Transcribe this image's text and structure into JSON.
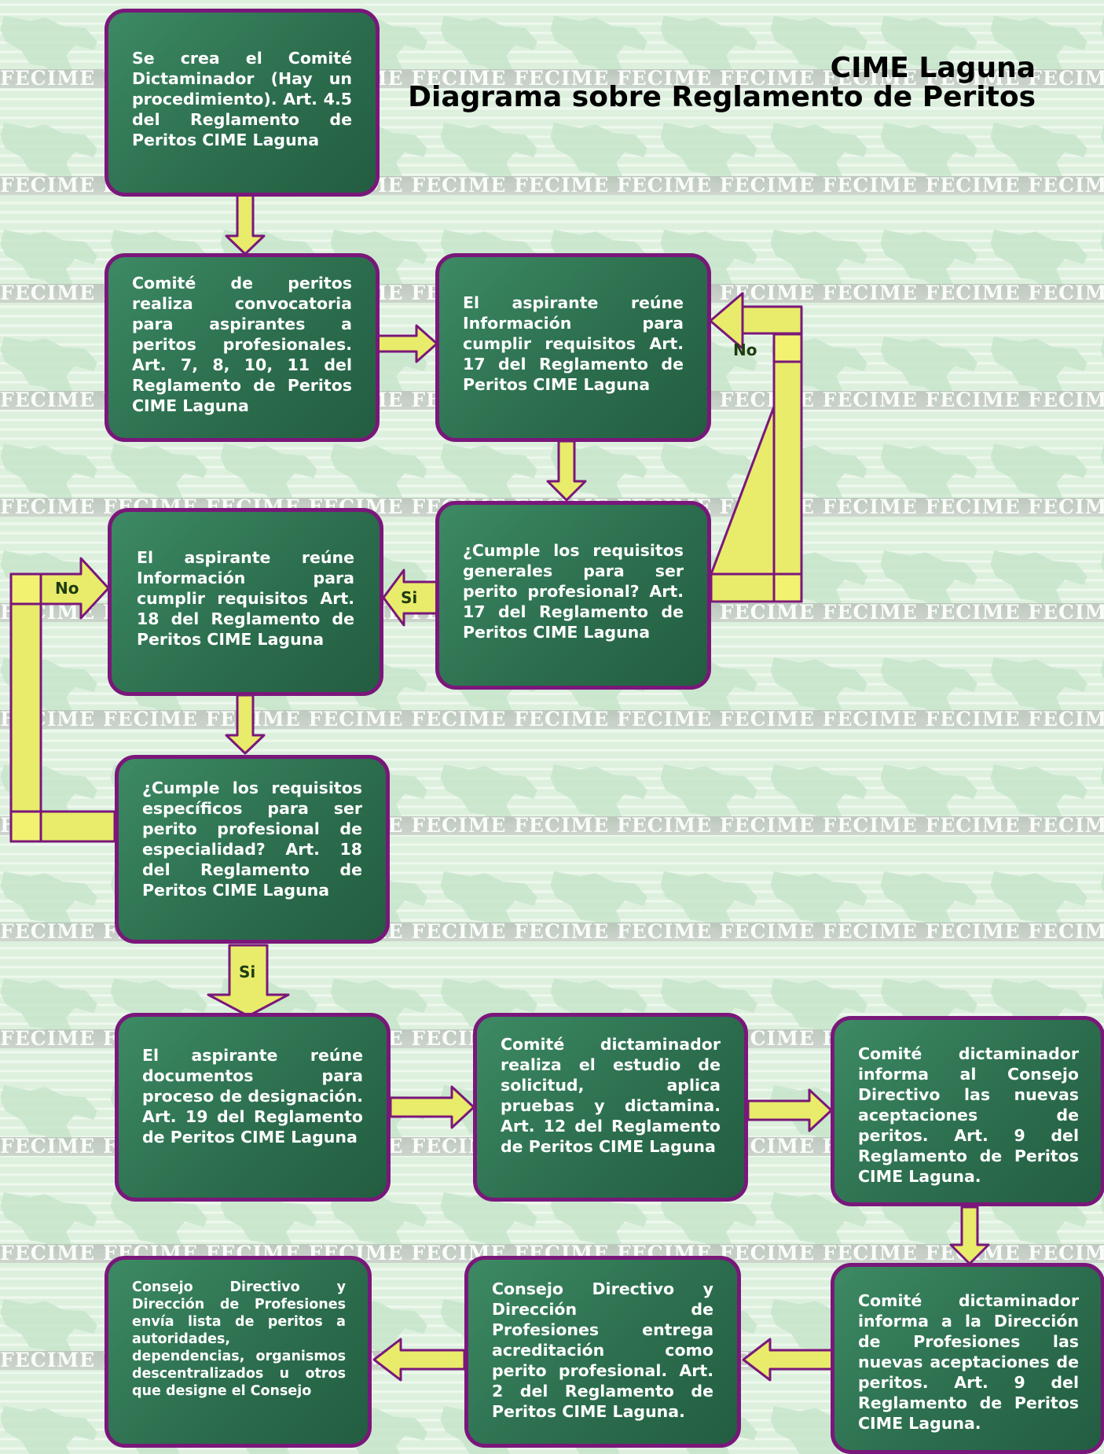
{
  "title": {
    "line1": "CIME Laguna",
    "line2": "Diagrama sobre Reglamento de Peritos"
  },
  "watermark": "FECIME FECIME FECIME FECIME FECIME FECIME FECIME FECIME FECIME FECIME FECIME FECIME",
  "boxes": {
    "b1": "Se crea el Comité Dictaminador (Hay un procedimiento). Art. 4.5 del Reglamento de Peritos CIME Laguna",
    "b2": "Comité de peritos realiza convocatoria para aspirantes a peritos profesionales. Art. 7, 8, 10, 11 del Reglamento de Peritos CIME Laguna",
    "b3": "El aspirante reúne Información para cumplir requisitos Art. 17 del Reglamento de Peritos CIME Laguna",
    "b4": "¿Cumple los requisitos generales para ser perito profesional? Art. 17 del Reglamento de Peritos CIME Laguna",
    "b5": "El aspirante reúne Información para cumplir requisitos Art. 18 del Reglamento de Peritos CIME Laguna",
    "b6": "¿Cumple los requisitos específicos para ser perito profesional de especialidad? Art. 18 del Reglamento de Peritos CIME Laguna",
    "b7": "El aspirante reúne documentos para proceso de designación. Art. 19 del Reglamento de Peritos CIME Laguna",
    "b8": "Comité dictaminador realiza el estudio de solicitud, aplica pruebas y dictamina. Art. 12 del Reglamento de Peritos CIME Laguna",
    "b9": "Comité dictaminador informa al Consejo Directivo las nuevas aceptaciones de peritos. Art. 9 del Reglamento de Peritos CIME Laguna.",
    "b10": "Comité dictaminador informa a la Dirección de Profesiones las nuevas aceptaciones de peritos. Art. 9 del Reglamento de Peritos CIME Laguna.",
    "b11": "Consejo Directivo y Dirección de Profesiones entrega acreditación como perito profesional. Art. 2 del Reglamento de Peritos CIME Laguna.",
    "b12": "Consejo Directivo y Dirección de Profesiones envía lista de peritos a autoridades, dependencias, organismos descentralizados u otros que designe el Consejo"
  },
  "labels": {
    "no_general": "No",
    "si_general": "Si",
    "no_specific": "No",
    "si_specific": "Si"
  },
  "colors": {
    "box_fill": "#2c6e4e",
    "box_border": "#7a177a",
    "arrow_fill": "#e8ec6a",
    "arrow_stroke": "#7a177a",
    "background": "#dcefdc"
  }
}
